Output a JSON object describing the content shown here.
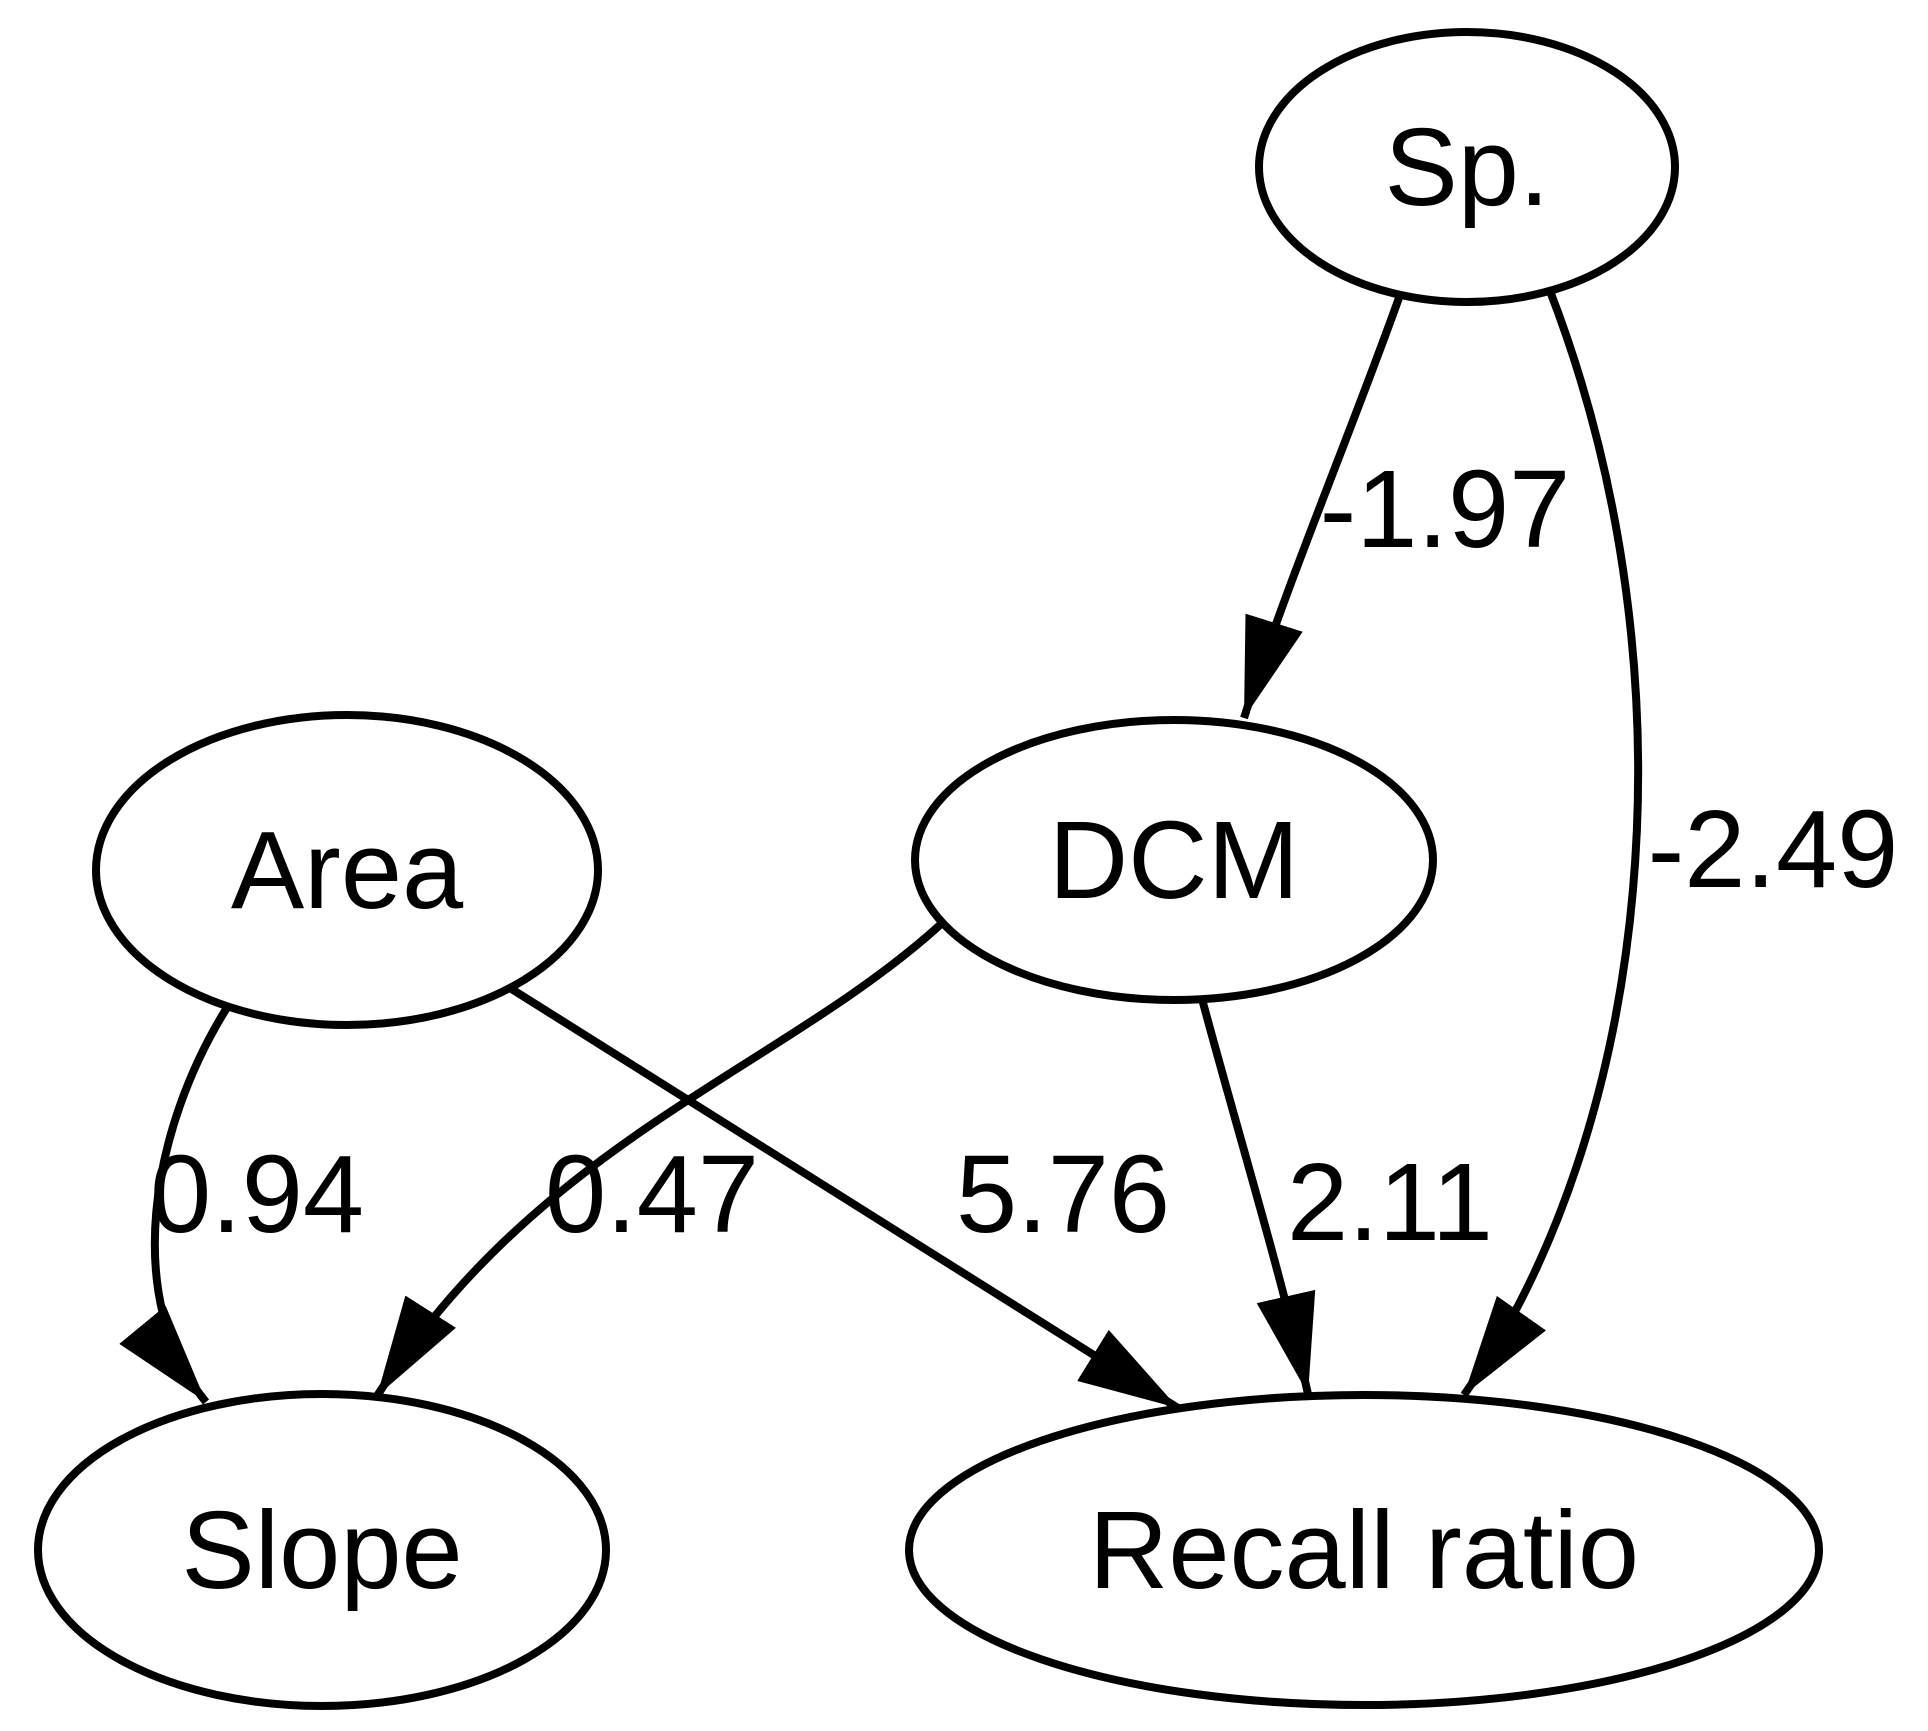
{
  "diagram": {
    "type": "directed-path-diagram",
    "colors": {
      "background": "#ffffff",
      "line": "#000000",
      "text": "#000000",
      "node_fill": "#ffffff"
    },
    "nodes": [
      {
        "id": "sp",
        "label": "Sp."
      },
      {
        "id": "area",
        "label": "Area"
      },
      {
        "id": "dcm",
        "label": "DCM"
      },
      {
        "id": "slope",
        "label": "Slope"
      },
      {
        "id": "recall",
        "label": "Recall ratio"
      }
    ],
    "edges": [
      {
        "from": "Sp.",
        "to": "DCM",
        "weight": "-1.97"
      },
      {
        "from": "Sp.",
        "to": "Recall ratio",
        "weight": "-2.49"
      },
      {
        "from": "Area",
        "to": "Slope",
        "weight": "0.94"
      },
      {
        "from": "Area",
        "to": "Recall ratio",
        "weight": "5.76"
      },
      {
        "from": "DCM",
        "to": "Slope",
        "weight": "0.47"
      },
      {
        "from": "DCM",
        "to": "Recall ratio",
        "weight": "2.11"
      }
    ]
  }
}
